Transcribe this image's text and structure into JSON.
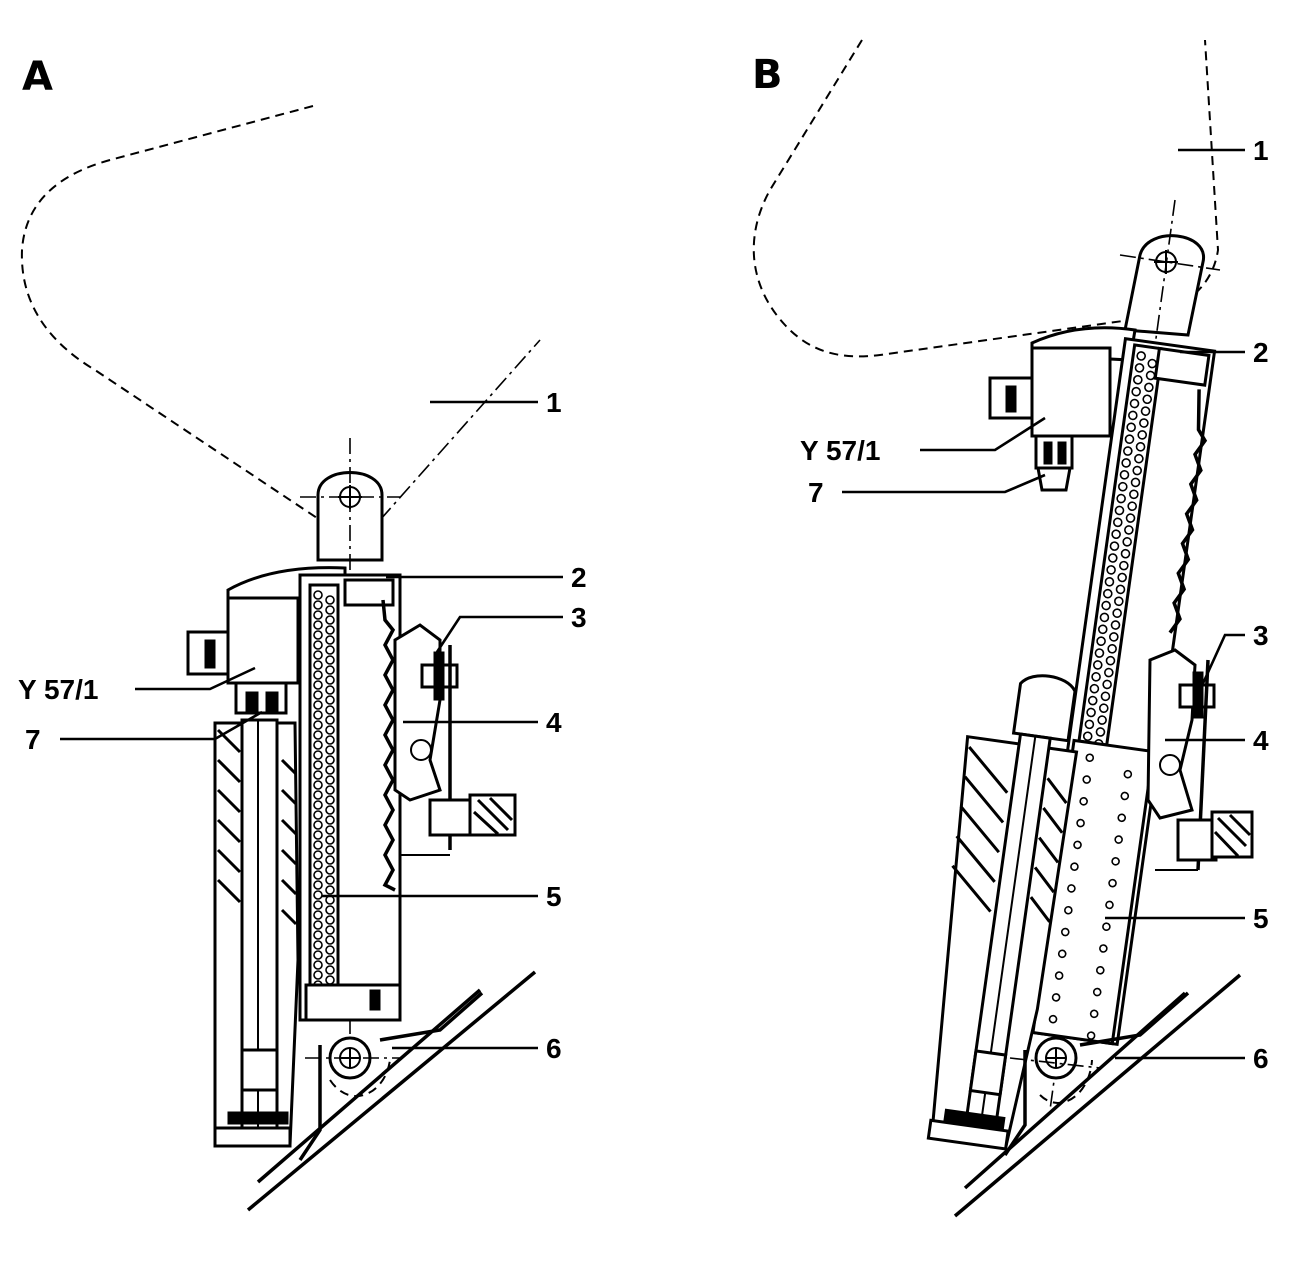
{
  "panels": [
    {
      "letter": "A",
      "labels": [
        "1",
        "2",
        "3",
        "Y 57/1",
        "4",
        "7",
        "5",
        "6"
      ]
    },
    {
      "letter": "B",
      "labels": [
        "1",
        "2",
        "Y 57/1",
        "7",
        "3",
        "4",
        "5",
        "6"
      ]
    }
  ]
}
